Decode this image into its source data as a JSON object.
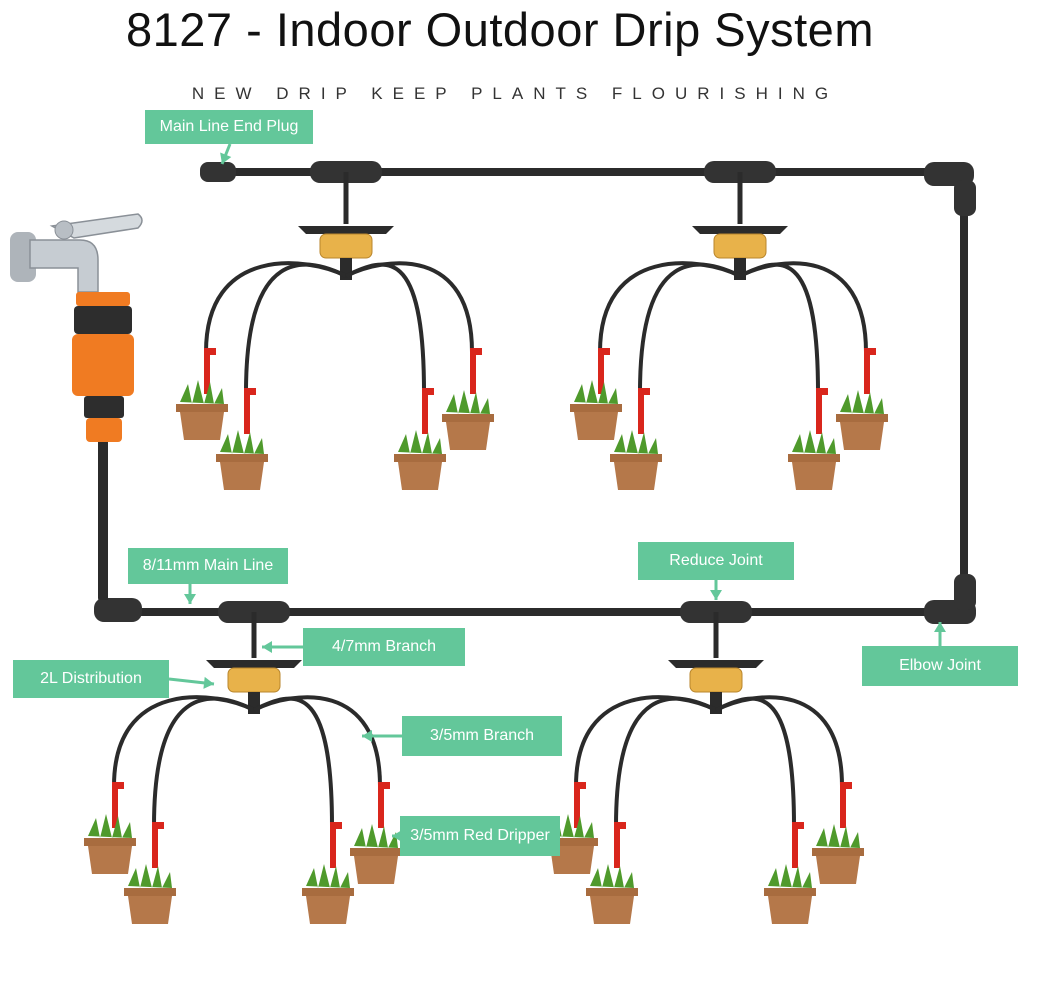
{
  "header": {
    "title": "8127 - Indoor Outdoor Drip System",
    "subtitle": "NEW DRIP KEEP PLANTS FLOURISHING"
  },
  "callouts": {
    "main_line_end_plug": "Main Line End Plug",
    "main_line": "8/11mm Main Line",
    "reduce_joint": "Reduce Joint",
    "branch_4_7": "4/7mm Branch",
    "distribution_2l": "2L Distribution",
    "elbow_joint": "Elbow Joint",
    "branch_3_5": "3/5mm Branch",
    "red_dripper": "3/5mm Red Dripper"
  },
  "colors": {
    "label_bg": "#63c79a",
    "label_text": "#ffffff",
    "tube": "#2b2b2b",
    "dripper": "#d9261c",
    "pot": "#b5784a",
    "leaf": "#4f9a2c",
    "hub": "#e8b24a",
    "adapter": "#f07b22"
  },
  "icons": [
    "faucet-icon",
    "hose-adapter-icon",
    "plant-pot-icon",
    "dripper-icon",
    "distributor-hub-icon"
  ]
}
